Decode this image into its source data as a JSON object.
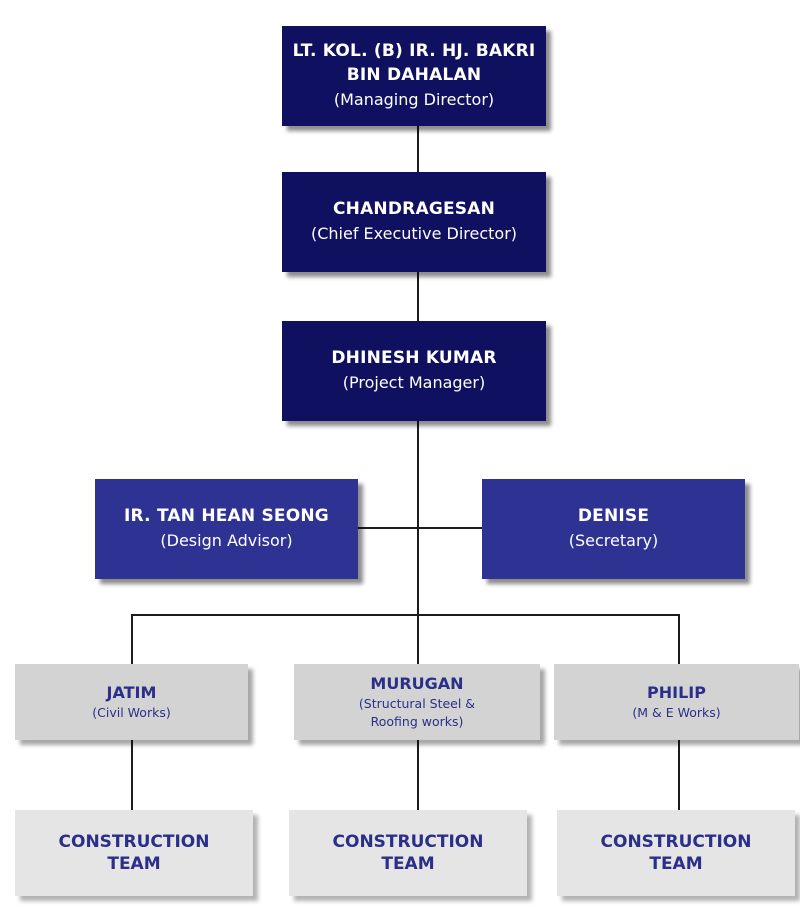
{
  "managing_director": {
    "name_line1": "LT. KOL. (B) IR. HJ. BAKRI",
    "name_line2": "BIN DAHALAN",
    "role": "(Managing Director)"
  },
  "chief_executive": {
    "name": "CHANDRAGESAN",
    "role": "(Chief Executive Director)"
  },
  "project_manager": {
    "name": "DHINESH KUMAR",
    "role": "(Project Manager)"
  },
  "design_advisor": {
    "name": "IR. TAN HEAN SEONG",
    "role": "(Design Advisor)"
  },
  "secretary": {
    "name": "DENISE",
    "role": "(Secretary)"
  },
  "supervisors": [
    {
      "name": "JATIM",
      "role_line1": "(Civil Works)",
      "role_line2": ""
    },
    {
      "name": "MURUGAN",
      "role_line1": "(Structural Steel &",
      "role_line2": "Roofing works)"
    },
    {
      "name": "PHILIP",
      "role_line1": "(M & E Works)",
      "role_line2": ""
    }
  ],
  "teams": [
    {
      "line1": "CONSTRUCTION",
      "line2": "TEAM"
    },
    {
      "line1": "CONSTRUCTION",
      "line2": "TEAM"
    },
    {
      "line1": "CONSTRUCTION",
      "line2": "TEAM"
    }
  ],
  "colors": {
    "executive_box": "#101060",
    "staff_box": "#2e3393",
    "supervisor_box": "#d3d3d3",
    "team_box": "#e5e5e5",
    "dark_text": "#2a2f8a",
    "connector": "#1c1c1c"
  }
}
